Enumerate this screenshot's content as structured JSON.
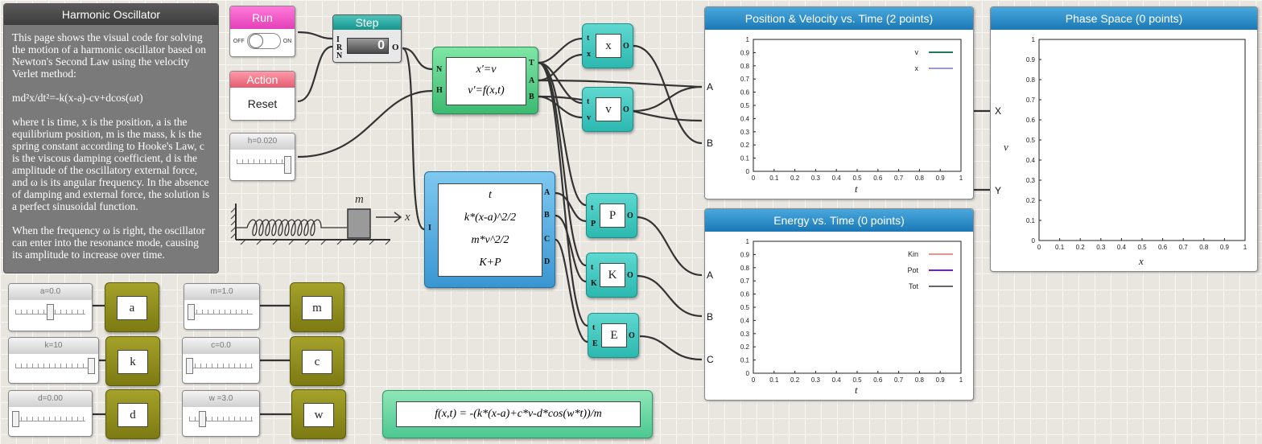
{
  "info": {
    "title": "Harmonic Oscillator",
    "p1": "This page shows the visual code for solving the motion of a harmonic oscillator based on Newton's Second Law using the velocity Verlet method:",
    "p2": "md²x/dt²=-k(x-a)-cv+dcos(ωt)",
    "p3": "where t is time, x is the position, a is the equilibrium position, m is the mass, k is the spring constant according to Hooke's Law, c is the viscous damping coefficient, d is the amplitude of the oscillatory external force, and ω is its angular frequency. In the absence of damping and external force, the solution is a perfect sinusoidal function.",
    "p4": "When the frequency ω is right, the oscillator can enter into the resonance mode, causing its amplitude to increase over time."
  },
  "run": {
    "title": "Run",
    "off": "OFF",
    "on": "ON"
  },
  "action": {
    "title": "Action",
    "button": "Reset"
  },
  "step": {
    "title": "Step",
    "count": "0",
    "ports": [
      "I",
      "R",
      "N"
    ],
    "out": "O"
  },
  "h_slider": {
    "label": "h=0.020",
    "fraction": 1.0
  },
  "diagram": {
    "mass_label": "m",
    "axis_label": "x"
  },
  "diff": {
    "line1": "x'=v",
    "line2": "v'=f(x,t)",
    "in_ports": [
      "N",
      "H"
    ],
    "out_ports": [
      "T",
      "A",
      "B"
    ]
  },
  "energy_block": {
    "lines": [
      "t",
      "k*(x-a)^2/2",
      "m*v^2/2",
      "K+P"
    ],
    "in_port": "I",
    "out_ports": [
      "A",
      "B",
      "C",
      "D"
    ]
  },
  "small_blocks": [
    {
      "label": "x",
      "in": [
        "t",
        "x"
      ],
      "out": "O"
    },
    {
      "label": "v",
      "in": [
        "t",
        "v"
      ],
      "out": "O"
    },
    {
      "label": "P",
      "in": [
        "t",
        "P"
      ],
      "out": "O"
    },
    {
      "label": "K",
      "in": [
        "t",
        "K"
      ],
      "out": "O"
    },
    {
      "label": "E",
      "in": [
        "t",
        "E"
      ],
      "out": "O"
    }
  ],
  "param_sliders": [
    {
      "label": "a=0.0",
      "var": "a",
      "fraction": 0.5
    },
    {
      "label": "k=10",
      "var": "k",
      "fraction": 1.0
    },
    {
      "label": "d=0.00",
      "var": "d",
      "fraction": 0.0
    },
    {
      "label": "m=1.0",
      "var": "m",
      "fraction": 0.0
    },
    {
      "label": "c=0.0",
      "var": "c",
      "fraction": 0.0
    },
    {
      "label": "w =3.0",
      "var": "w",
      "fraction": 0.2
    }
  ],
  "function": {
    "text": "f(x,t) = -(k*(x-a)+c*v-d*cos(w*t))/m"
  },
  "graph_pv": {
    "title": "Position & Velocity vs. Time (2 points)",
    "xlabel": "t",
    "ports": [
      "A",
      "B"
    ],
    "legend": [
      {
        "name": "v",
        "color": "#1f7a5a"
      },
      {
        "name": "x",
        "color": "#9a9ac8"
      }
    ]
  },
  "graph_energy": {
    "title": "Energy vs. Time (0 points)",
    "xlabel": "t",
    "ports": [
      "A",
      "B",
      "C"
    ],
    "legend": [
      {
        "name": "Kin",
        "color": "#ff8a8a"
      },
      {
        "name": "Pot",
        "color": "#7a1adc"
      },
      {
        "name": "Tot",
        "color": "#666666"
      }
    ]
  },
  "graph_phase": {
    "title": "Phase Space (0 points)",
    "xlabel": "x",
    "ylabel": "v",
    "ports": [
      "X",
      "Y"
    ]
  },
  "chart_data": [
    {
      "type": "line",
      "title": "Position & Velocity vs. Time (2 points)",
      "xlabel": "t",
      "ylabel": "",
      "xlim": [
        0,
        1
      ],
      "ylim": [
        0,
        1
      ],
      "series": [
        {
          "name": "v",
          "x": [],
          "y": []
        },
        {
          "name": "x",
          "x": [],
          "y": []
        }
      ],
      "legend": "top-right"
    },
    {
      "type": "line",
      "title": "Energy vs. Time (0 points)",
      "xlabel": "t",
      "ylabel": "",
      "xlim": [
        0,
        1
      ],
      "ylim": [
        0,
        1
      ],
      "series": [
        {
          "name": "Kin",
          "x": [],
          "y": []
        },
        {
          "name": "Pot",
          "x": [],
          "y": []
        },
        {
          "name": "Tot",
          "x": [],
          "y": []
        }
      ],
      "legend": "top-right"
    },
    {
      "type": "scatter",
      "title": "Phase Space (0 points)",
      "xlabel": "x",
      "ylabel": "v",
      "xlim": [
        0,
        1
      ],
      "ylim": [
        0,
        1
      ],
      "series": []
    }
  ],
  "ticks": [
    "0",
    "0.1",
    "0.2",
    "0.3",
    "0.4",
    "0.5",
    "0.6",
    "0.7",
    "0.8",
    "0.9",
    "1"
  ]
}
